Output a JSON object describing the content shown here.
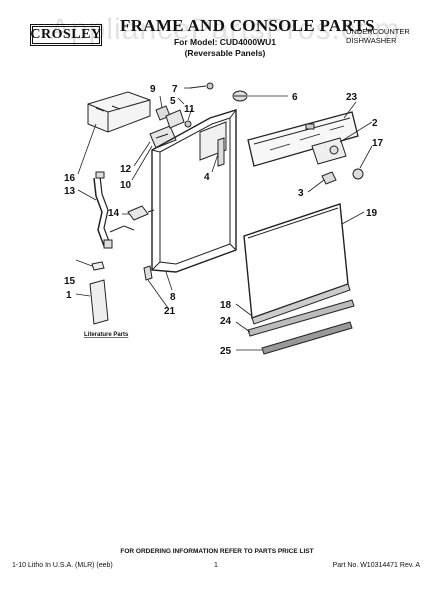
{
  "header": {
    "brand": "CROSLEY",
    "title": "FRAME AND CONSOLE PARTS",
    "model_line": "For Model: CUD4000WU1",
    "panel_note": "(Reversable Panels)",
    "product_type_line1": "UNDERCOUNTER",
    "product_type_line2": "DISHWASHER",
    "watermark": "AppliancePartsPros.com"
  },
  "callouts": [
    "1",
    "2",
    "3",
    "4",
    "5",
    "6",
    "7",
    "8",
    "9",
    "10",
    "11",
    "12",
    "13",
    "14",
    "15",
    "16",
    "17",
    "18",
    "19",
    "21",
    "23",
    "24",
    "25"
  ],
  "literature_label": "Literature Parts",
  "footer": {
    "order_info": "FOR ORDERING INFORMATION REFER TO PARTS PRICE LIST",
    "left": "1-10 Litho In U.S.A. (MLR) (eeb)",
    "page": "1",
    "right": "Part No. W10314471 Rev. A"
  }
}
